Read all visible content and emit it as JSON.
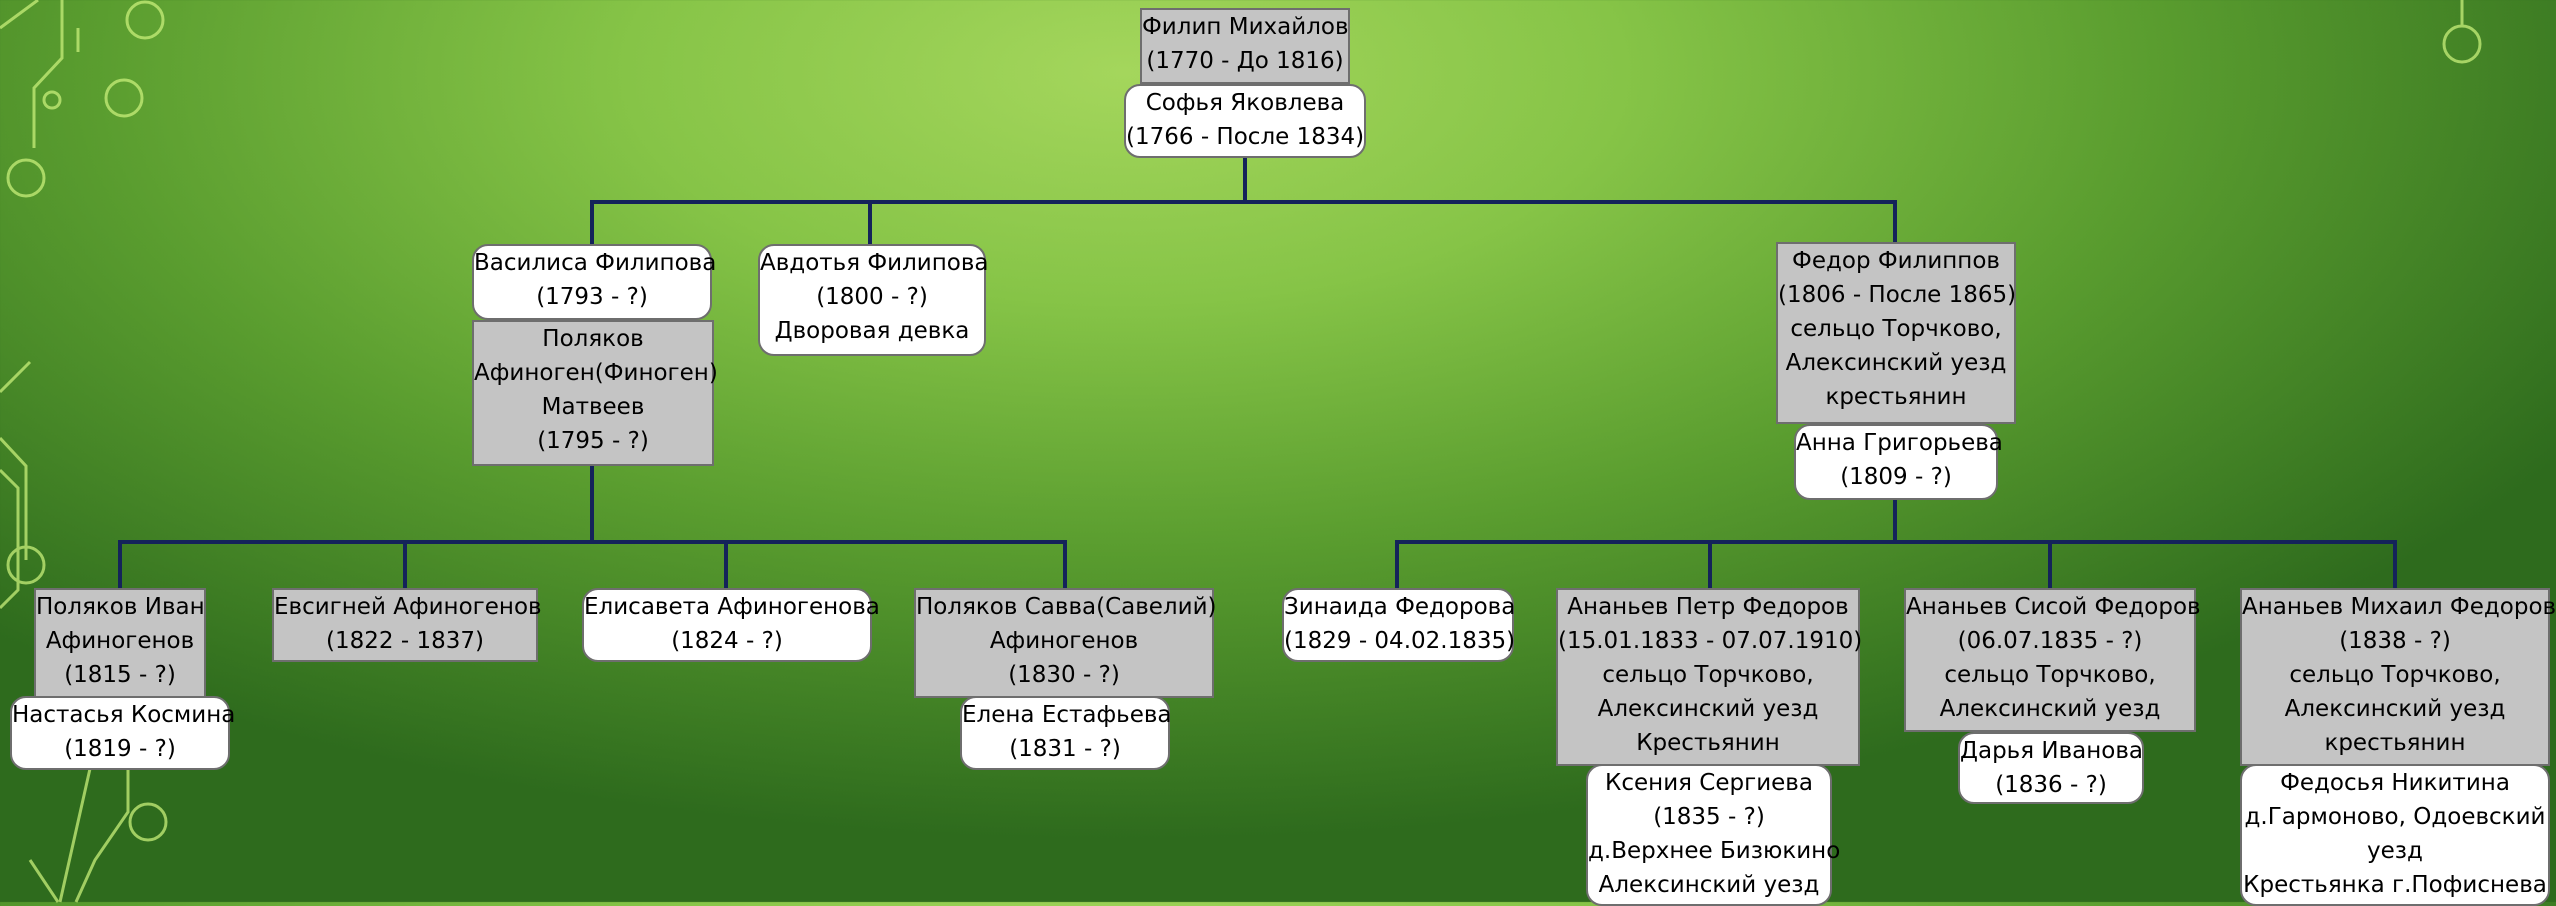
{
  "people": {
    "filip": [
      "Филип Михайлов",
      "(1770 - До 1816)"
    ],
    "sofya": [
      "Софья Яковлева",
      "(1766 - После 1834)"
    ],
    "vasilisa": [
      "Василиса Филипова",
      "(1793 - ?)"
    ],
    "polyakov_afinogen": [
      "Поляков",
      "Афиноген(Финоген)",
      "Матвеев",
      "(1795 - ?)"
    ],
    "avdotya": [
      "Авдотья Филипова",
      "(1800 - ?)",
      "Дворовая девка"
    ],
    "fedor": [
      "Федор Филиппов",
      "(1806 - После 1865)",
      "сельцо Торчково,",
      "Алексинский уезд",
      "крестьянин"
    ],
    "anna": [
      "Анна Григорьева",
      "(1809 - ?)"
    ],
    "ivan": [
      "Поляков Иван",
      "Афиногенов",
      "(1815 - ?)"
    ],
    "nastasya": [
      "Настасья Космина",
      "(1819 - ?)"
    ],
    "evsigney": [
      "Евсигней Афиногенов",
      "(1822 - 1837)"
    ],
    "elisaveta": [
      "Елисавета Афиногенова",
      "(1824 - ?)"
    ],
    "savva": [
      "Поляков Савва(Савелий)",
      "Афиногенов",
      "(1830 - ?)"
    ],
    "elena": [
      "Елена Естафьева",
      "(1831 - ?)"
    ],
    "zinaida": [
      "Зинаида Федорова",
      "(1829 - 04.02.1835)"
    ],
    "petr": [
      "Ананьев Петр Федоров",
      "(15.01.1833 - 07.07.1910)",
      "сельцо Торчково,",
      "Алексинский уезд",
      "Крестьянин"
    ],
    "kseniya": [
      "Ксения Сергиева",
      "(1835 - ?)",
      "д.Верхнее Бизюкино",
      "Алексинский уезд"
    ],
    "sisoy": [
      "Ананьев Сисой Федоров",
      "(06.07.1835 - ?)",
      "сельцо Торчково,",
      "Алексинский уезд"
    ],
    "darya": [
      "Дарья Иванова",
      "(1836 - ?)"
    ],
    "mikhail": [
      "Ананьев Михаил Федоров",
      "(1838 - ?)",
      "сельцо Торчково,",
      "Алексинский уезд",
      "крестьянин"
    ],
    "fedosya": [
      "Федосья Никитина",
      "д.Гармоново, Одоевский",
      "уезд",
      "Крестьянка г.Пофиснева"
    ]
  },
  "colors": {
    "male_fill": "#c4c4c4",
    "female_fill": "#ffffff",
    "connector": "#14235a"
  }
}
